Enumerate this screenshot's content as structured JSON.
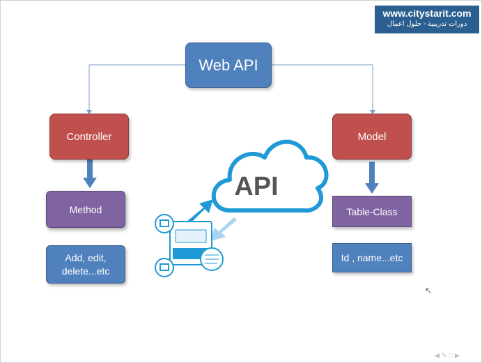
{
  "watermark": {
    "url": "www.citystarit.com",
    "tagline": "دورات تدريبية - حلول اعمال"
  },
  "diagram": {
    "root": "Web API",
    "left": {
      "title": "Controller",
      "child": "Method",
      "detail": "Add, edit,\ndelete...etc"
    },
    "right": {
      "title": "Model",
      "child": "Table-Class",
      "detail": "Id , name...etc"
    },
    "cloud": "API"
  },
  "colors": {
    "red": "#c0504d",
    "blue": "#4f81bd",
    "purple": "#8064a2",
    "cloud": "#1f9ad6"
  }
}
